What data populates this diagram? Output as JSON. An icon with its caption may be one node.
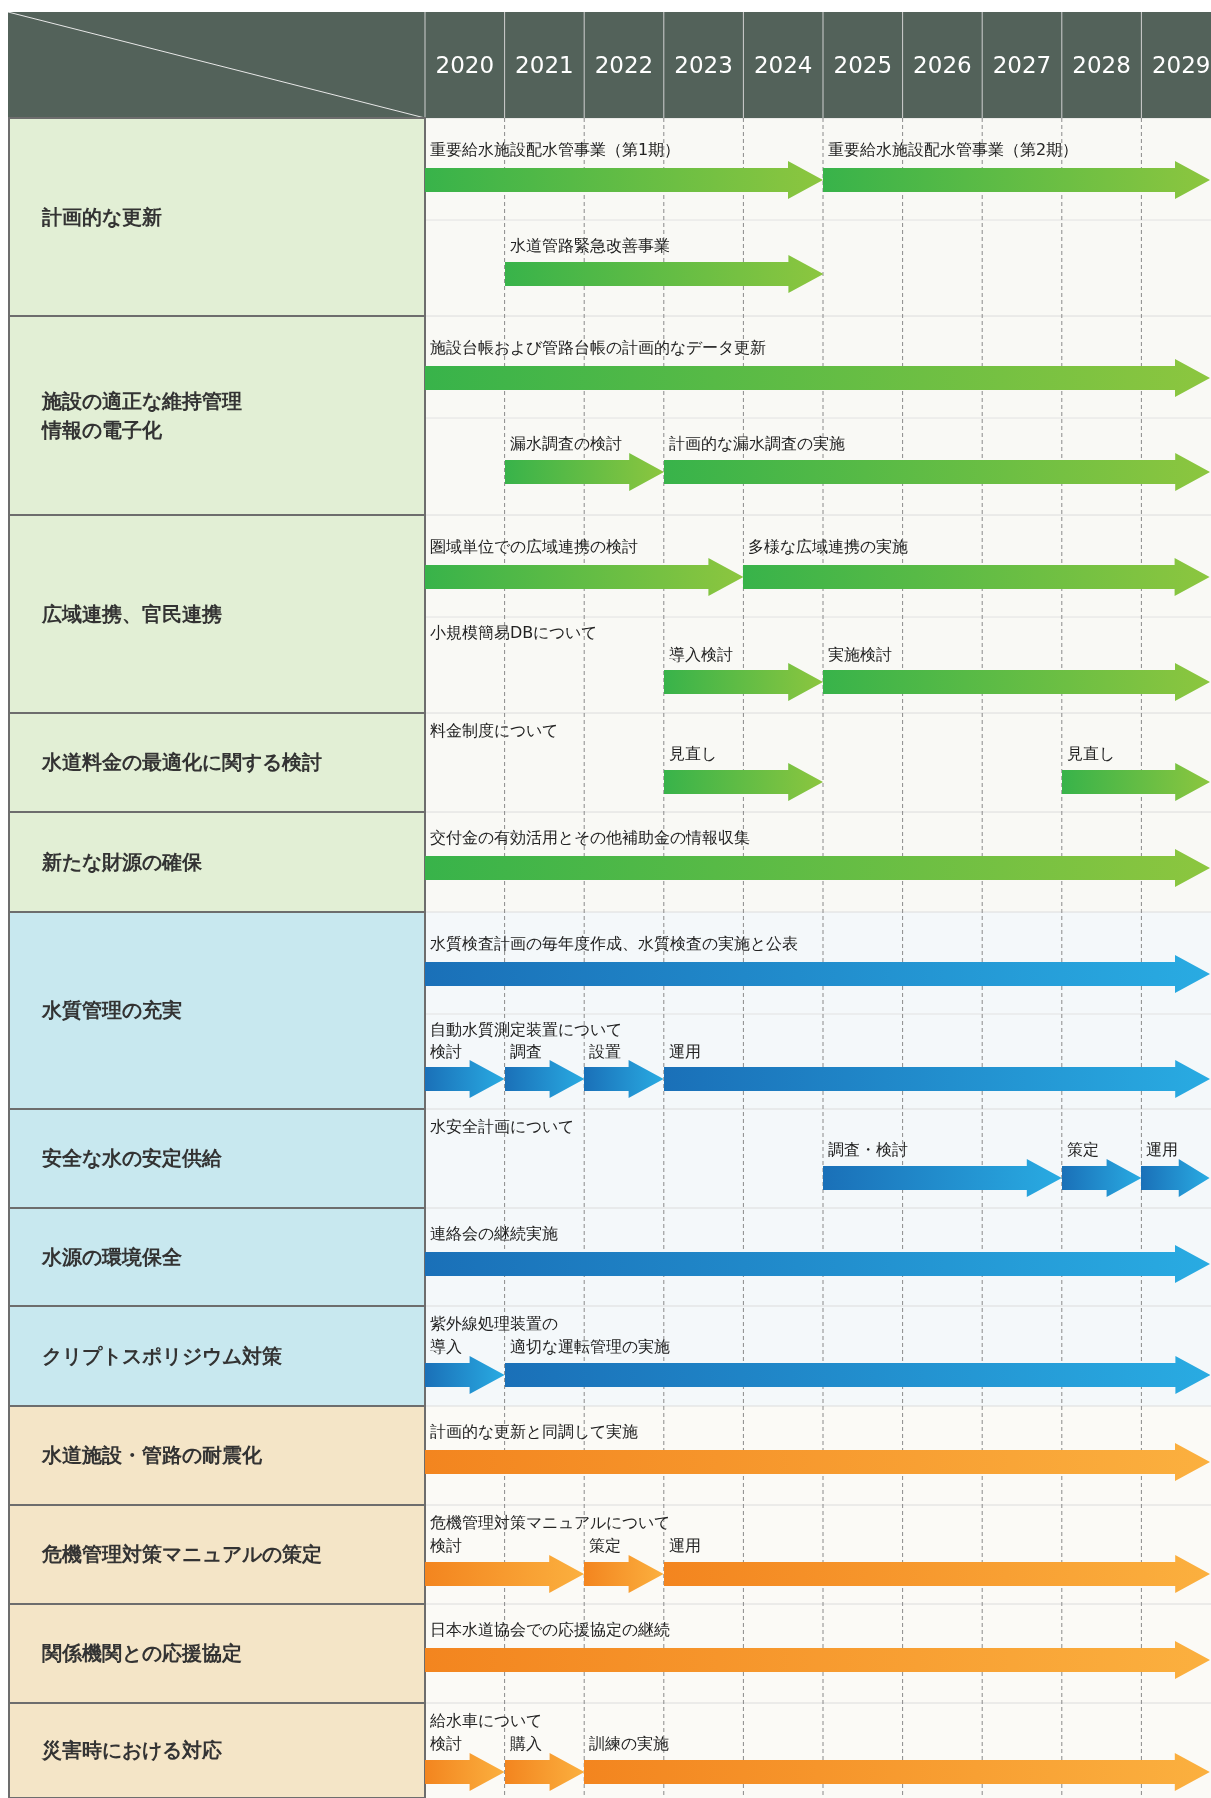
{
  "diagram": {
    "nodes": [
      {
        "text": [
          "計画的な更新"
        ]
      },
      {
        "text": [
          "重要給水施設配水管事業（第1期）"
        ]
      },
      {
        "text": [
          "重要給水施設配水管事業（第2期）"
        ]
      },
      {
        "text": [
          "水道管路緊急改善事業"
        ]
      },
      {
        "text": [
          "施設の適正な維持管理情報の電子化"
        ]
      },
      {
        "text": [
          "施設台帳および管路台帳の計画的なデータ更新"
        ]
      },
      {
        "text": [
          "漏水調査の検討"
        ]
      },
      {
        "text": [
          "計画的な漏水調査の実施"
        ]
      },
      {
        "text": [
          "広域連携、官民連携"
        ]
      },
      {
        "text": [
          "圏域単位での広域連携の検討"
        ]
      },
      {
        "text": [
          "多様な広域連携の実施"
        ]
      },
      {
        "text": [
          "導入検討"
        ]
      },
      {
        "text": [
          "実施検討"
        ]
      },
      {
        "text": [
          "水道料金の最適化に関する検討"
        ]
      },
      {
        "text": [
          "見直し"
        ]
      },
      {
        "text": [
          "見直し"
        ]
      },
      {
        "text": [
          "新たな財源の確保"
        ]
      },
      {
        "text": [
          "交付金の有効活用とその他補助金の情報収集"
        ]
      },
      {
        "text": [
          "水質管理の充実"
        ]
      },
      {
        "text": [
          "水質検査計画の毎年度作成、水質検査の実施と公表"
        ]
      },
      {
        "text": [
          "検討"
        ]
      },
      {
        "text": [
          "調査"
        ]
      },
      {
        "text": [
          "設置"
        ]
      },
      {
        "text": [
          "運用"
        ]
      },
      {
        "text": [
          "安全な水の安定供給"
        ]
      },
      {
        "text": [
          "調査・検討"
        ]
      },
      {
        "text": [
          "策定"
        ]
      },
      {
        "text": [
          "運用"
        ]
      },
      {
        "text": [
          "水源の環境保全"
        ]
      },
      {
        "text": [
          "連絡会の継続実施"
        ]
      },
      {
        "text": [
          "クリプトスポリジウム対策"
        ]
      },
      {
        "text": [
          "導入"
        ]
      },
      {
        "text": [
          "適切な運転管理の実施"
        ]
      },
      {
        "text": [
          "水道施設・管路の耐震化"
        ]
      },
      {
        "text": [
          "計画的な更新と同調して実施"
        ]
      },
      {
        "text": [
          "危機管理対策マニュアルの策定"
        ]
      },
      {
        "text": [
          "検討"
        ]
      },
      {
        "text": [
          "策定"
        ]
      },
      {
        "text": [
          "運用"
        ]
      },
      {
        "text": [
          "関係機関との応援協定"
        ]
      },
      {
        "text": [
          "日本水道協会での応援協定の継続"
        ]
      },
      {
        "text": [
          "災害時における対応"
        ]
      },
      {
        "text": [
          "検討"
        ]
      },
      {
        "text": [
          "購入"
        ]
      },
      {
        "text": [
          "訓練の実施"
        ]
      }
    ],
    "labels": [
      "2020",
      "2021",
      "2022",
      "2023",
      "2024",
      "2025",
      "2026",
      "2027",
      "2028",
      "2029",
      "小規模簡易DBについて",
      "料金制度について",
      "自動水質測定装置について",
      "水安全計画について",
      "紫外線処理装置の",
      "危機管理対策マニュアルについて",
      "給水車について"
    ]
  }
}
